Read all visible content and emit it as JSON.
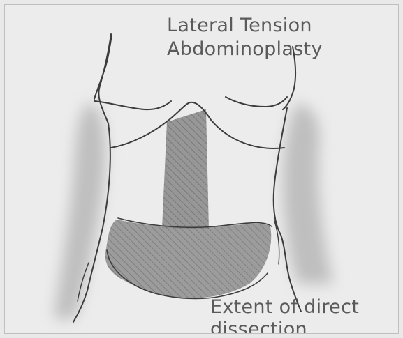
{
  "figure": {
    "title_line_1": "Lateral Tension",
    "title_line_2": "Abdominoplasty",
    "annotation_line_1": "Extent of direct",
    "annotation_line_2": "dissection"
  },
  "colors": {
    "paper": "#ececec",
    "pencil_line": "#3a3a3a",
    "shading": "#8a8a8a",
    "text": "#5a5a5a"
  }
}
